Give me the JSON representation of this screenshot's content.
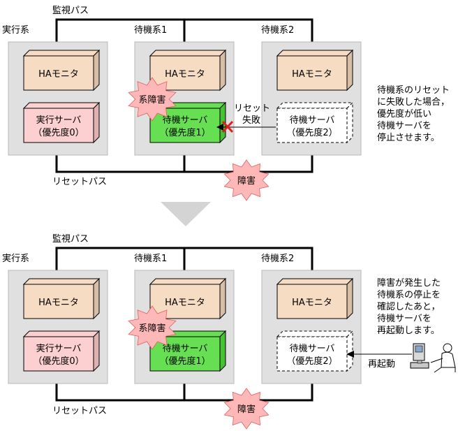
{
  "panels": [
    {
      "id": "before",
      "monitor_path_label": "監視パス",
      "reset_path_label": "リセットパス",
      "systems": [
        {
          "label": "実行系",
          "monitor": "HAモニタ",
          "server_line1": "実行サーバ",
          "server_line2": "（優先度0）"
        },
        {
          "label": "待機系1",
          "monitor": "HAモニタ",
          "server_line1": "待機サーバ",
          "server_line2": "（優先度1）"
        },
        {
          "label": "待機系2",
          "monitor": "HAモニタ",
          "server_line1": "待機サーバ",
          "server_line2": "（優先度2）"
        }
      ],
      "system_failure_burst": "系障害",
      "path_failure_burst": "障害",
      "reset_fail_line1": "リセット",
      "reset_fail_line2": "失敗",
      "note_lines": [
        "待機系のリセット",
        "に失敗した場合，",
        "優先度が低い",
        "待機サーバを",
        "停止させます。"
      ]
    },
    {
      "id": "after",
      "monitor_path_label": "監視パス",
      "reset_path_label": "リセットパス",
      "systems": [
        {
          "label": "実行系",
          "monitor": "HAモニタ",
          "server_line1": "実行サーバ",
          "server_line2": "（優先度0）"
        },
        {
          "label": "待機系1",
          "monitor": "HAモニタ",
          "server_line1": "待機サーバ",
          "server_line2": "（優先度1）"
        },
        {
          "label": "待機系2",
          "monitor": "HAモニタ",
          "server_line1": "待機サーバ",
          "server_line2": "（優先度2）"
        }
      ],
      "system_failure_burst": "系障害",
      "path_failure_burst": "障害",
      "restart_label": "再起動",
      "note_lines": [
        "障害が発生した",
        "待機系の停止を",
        "確認したあと，",
        "待機サーバを",
        "再起動します。"
      ]
    }
  ],
  "colors": {
    "system_box": "#e0e0e0",
    "monitor_box": "#f7dcc4",
    "active_server": "#fcd0d0",
    "standby_failed_server": "#66e052",
    "burst": "#ffb8b8",
    "reset_fail_mark": "#e02020"
  },
  "icons": {
    "transition": "down-triangle-icon",
    "reset_fail": "x-mark-icon",
    "operator": "operator-at-computer-icon"
  }
}
